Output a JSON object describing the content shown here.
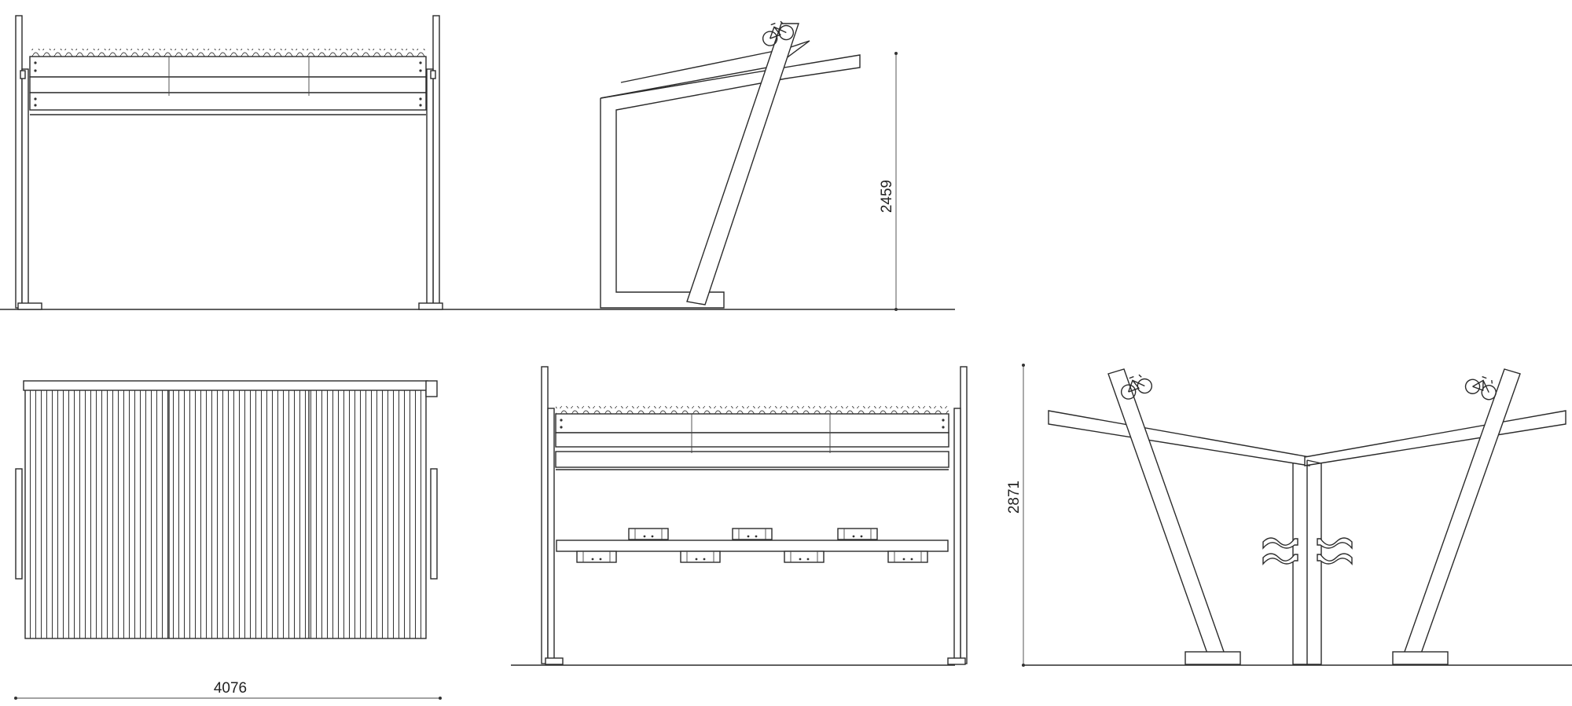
{
  "dimensions": {
    "width": "4076",
    "height_single": "2459",
    "height_double": "2871"
  }
}
